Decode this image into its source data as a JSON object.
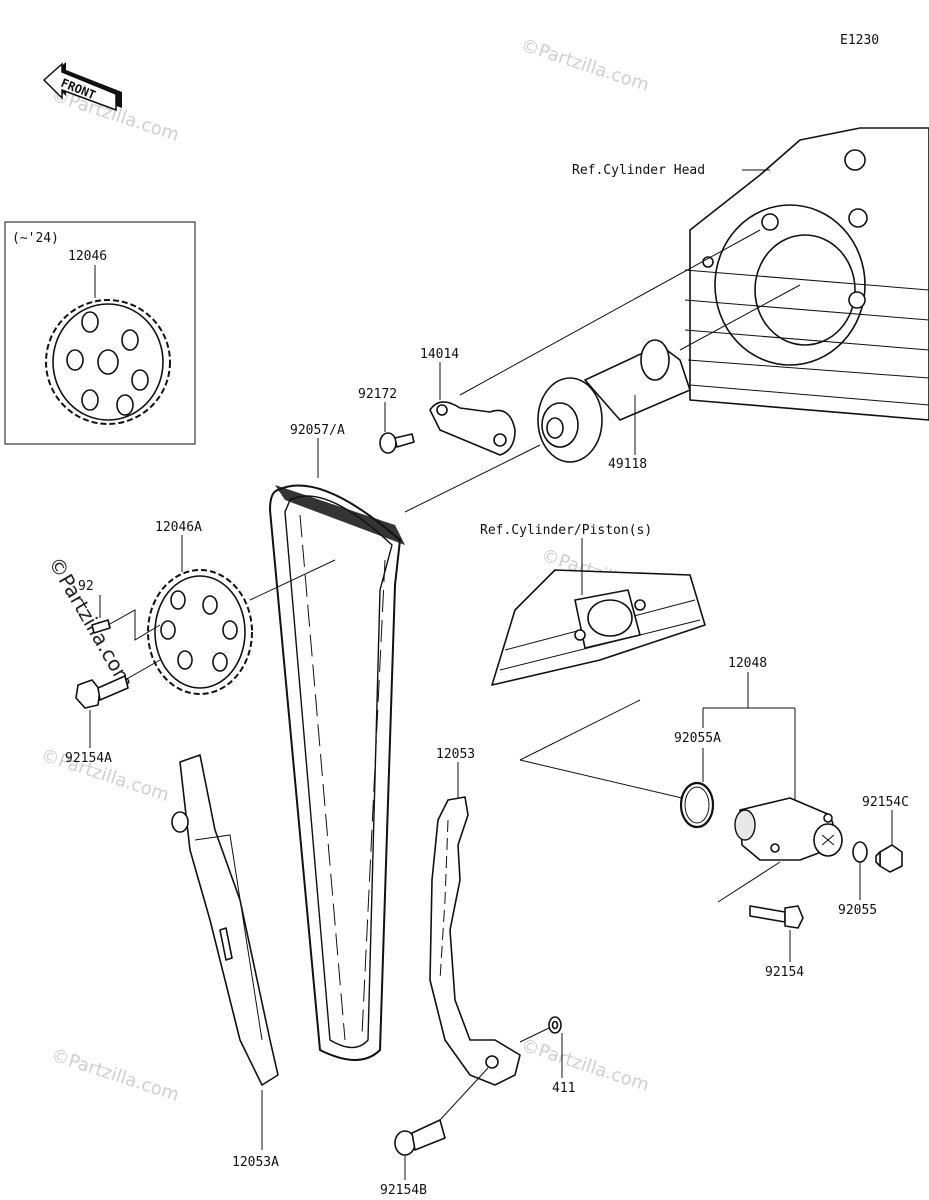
{
  "diagram_code": "E1230",
  "front_arrow_text": "FRONT",
  "watermark": "©Partzilla.com",
  "inset": {
    "note": "(~'24)",
    "part": "12046"
  },
  "labels": {
    "ref_cylinder_head": "Ref.Cylinder Head",
    "ref_cylinder_piston": "Ref.Cylinder/Piston(s)",
    "p14014": "14014",
    "p92172": "92172",
    "p49118": "49118",
    "p92057A": "92057/A",
    "p12046A": "12046A",
    "p92154A": "92154A",
    "p12048": "12048",
    "p92055A": "92055A",
    "p92154C": "92154C",
    "p92055": "92055",
    "p92154": "92154",
    "p12053": "12053",
    "p12053A": "12053A",
    "p411": "411",
    "p92154B": "92154B",
    "p92_partial": "92"
  }
}
